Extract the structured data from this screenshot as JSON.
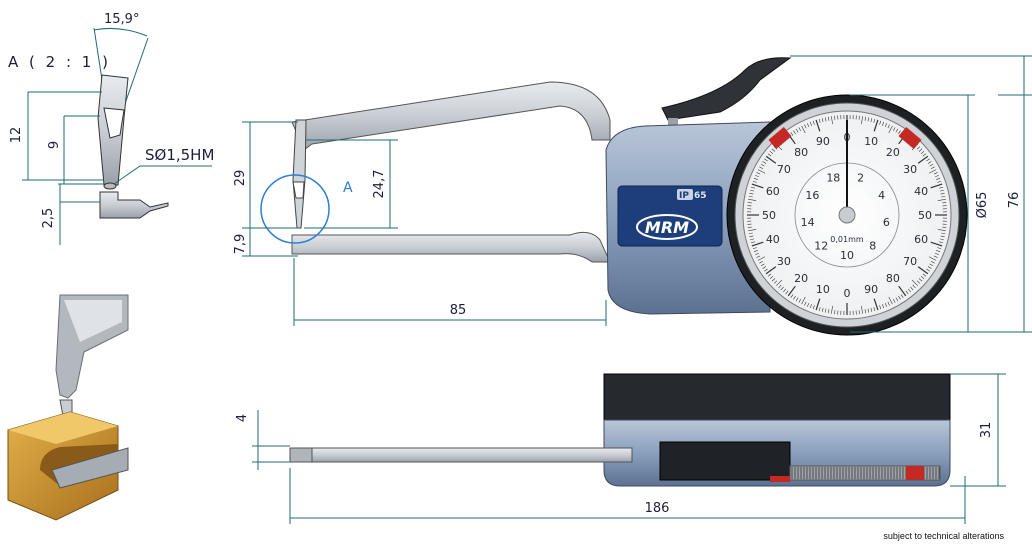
{
  "detail": {
    "label": "A ( 2 : 1 )",
    "angle": "15,9°",
    "h_total": "12",
    "h_mid": "9",
    "h_low": "2,5",
    "ball": "SØ1,5HM"
  },
  "side_view": {
    "h29": "29",
    "h247": "24,7",
    "h79": "7,9",
    "callout": "A",
    "w85": "85",
    "dia": "Ø65",
    "h76": "76"
  },
  "badge": {
    "ip": "IP",
    "ip_num": "65",
    "brand": "MRM"
  },
  "dial": {
    "outer": [
      "90",
      "0",
      "10",
      "20",
      "30",
      "40",
      "50",
      "60",
      "70",
      "80",
      "90",
      "0",
      "10",
      "20",
      "30",
      "40",
      "50",
      "60",
      "70",
      "80"
    ],
    "inner": [
      "18",
      "2",
      "4",
      "6",
      "8",
      "10",
      "12",
      "14",
      "16"
    ],
    "unit": "0,01mm"
  },
  "top_view": {
    "h4": "4",
    "w186": "186",
    "h31": "31"
  },
  "footnote": "subject to technical alterations",
  "colors": {
    "dim": "#1f6b74",
    "body_blue": "#8aa0bd",
    "badge": "#1d3e7a",
    "red": "#c42a23",
    "copper": "#c28a2a"
  }
}
